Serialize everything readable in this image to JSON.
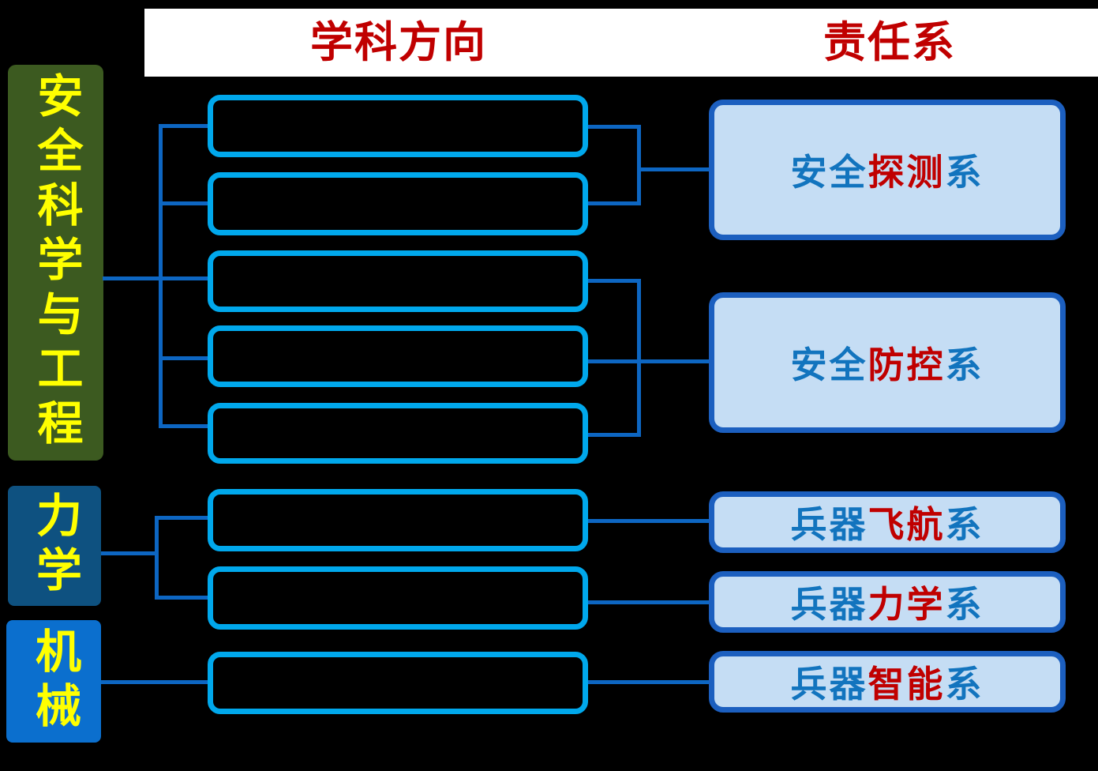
{
  "header": {
    "discipline_direction": "学科方向",
    "responsible_department": "责任系"
  },
  "disciplines": [
    {
      "label": "安全科学与工程"
    },
    {
      "label": "力学"
    },
    {
      "label": "机械"
    }
  ],
  "direction_boxes_count": 8,
  "departments": [
    {
      "prefix": "安全",
      "highlight": "探测",
      "suffix": "系"
    },
    {
      "prefix": "安全",
      "highlight": "防控",
      "suffix": "系"
    },
    {
      "prefix": "兵器",
      "highlight": "飞航",
      "suffix": "系"
    },
    {
      "prefix": "兵器",
      "highlight": "力学",
      "suffix": "系"
    },
    {
      "prefix": "兵器",
      "highlight": "智能",
      "suffix": "系"
    }
  ],
  "colors": {
    "bg": "#000000",
    "band": "#ffffff",
    "title-red": "#c00000",
    "green": "#3c5a20",
    "navy": "#0e5180",
    "blue2": "#0b6fce",
    "yellow": "#ffff00",
    "azure": "#00a8ec",
    "line": "#0d66c2",
    "rborder": "#1c5fbf",
    "rfill": "#c5ddf4",
    "deptblue": "#1274be",
    "deptred": "#c00000"
  }
}
